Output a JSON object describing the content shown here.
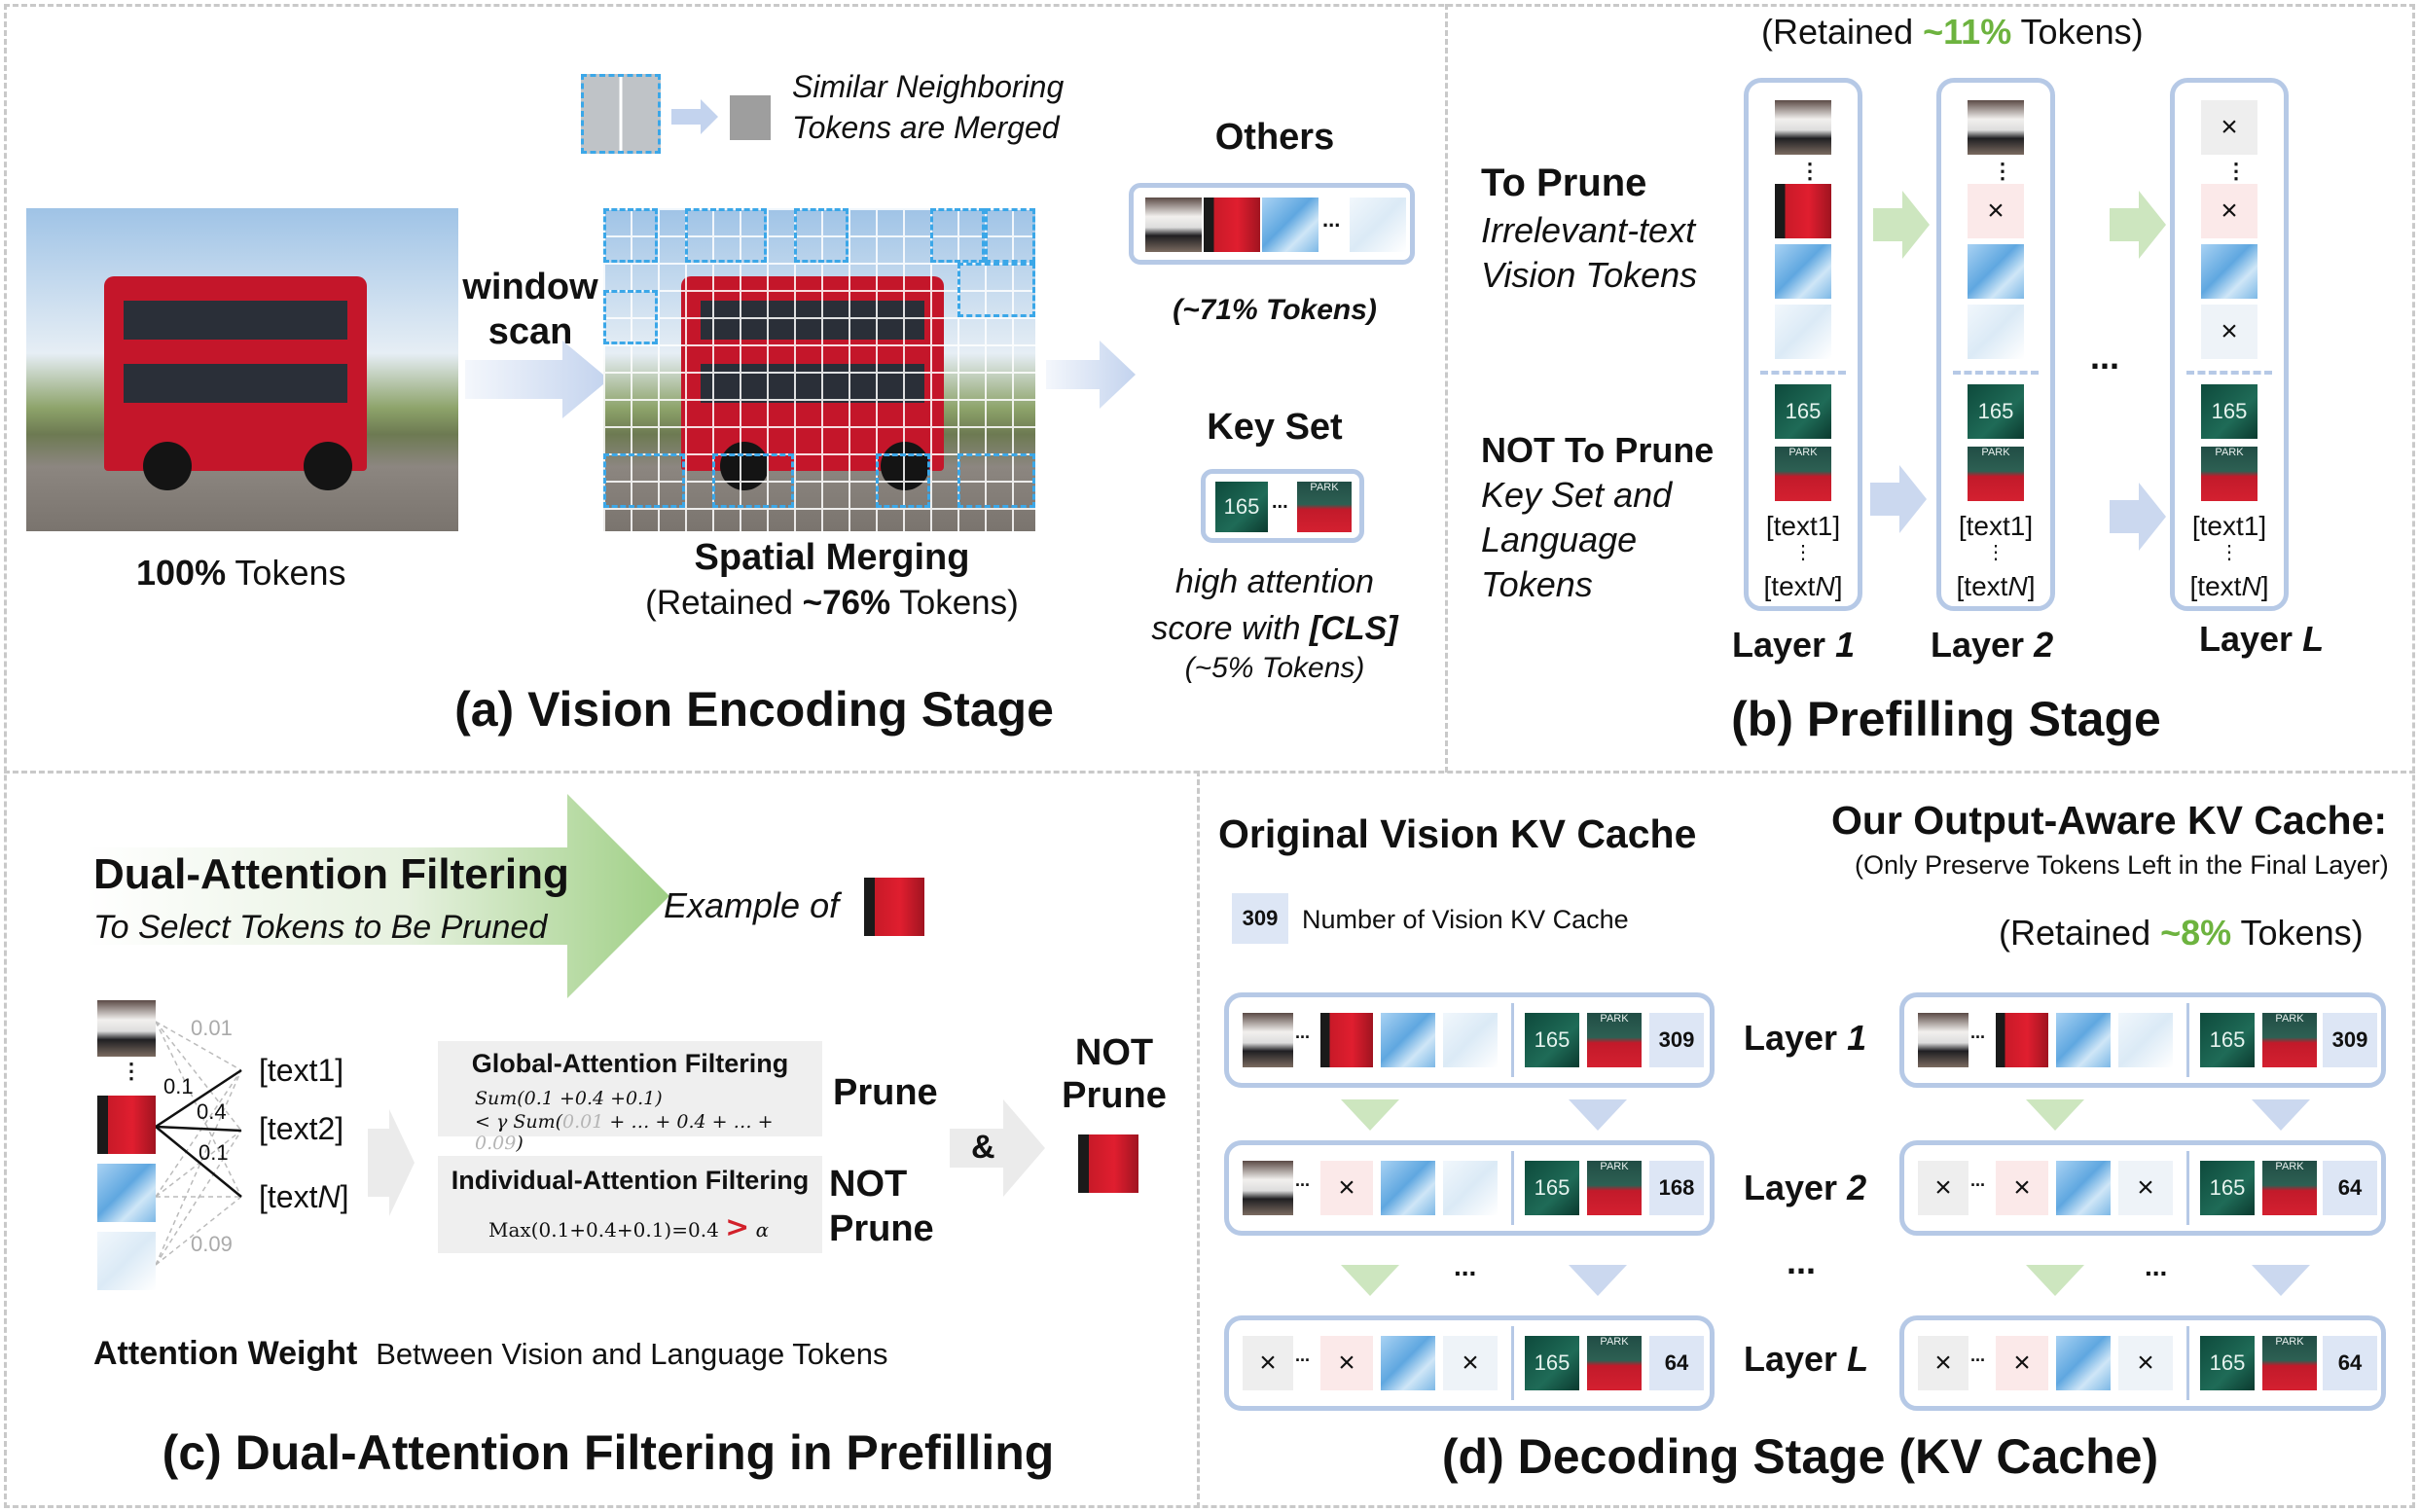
{
  "panel_a": {
    "merge_note_line1": "Similar Neighboring",
    "merge_note_line2": "Tokens are Merged",
    "window_scan_1": "window",
    "window_scan_2": "scan",
    "tokens_100_bold": "100%",
    "tokens_100_rest": " Tokens",
    "spatial_title": "Spatial Merging",
    "spatial_sub_pre": "(Retained ",
    "spatial_sub_bold": "~76%",
    "spatial_sub_post": " Tokens)",
    "others_label": "Others",
    "others_pct": "(~71% Tokens)",
    "keyset_label": "Key Set",
    "keyset_desc_1": "high attention",
    "keyset_desc_2_pre": "score with ",
    "keyset_desc_2_bold": "[CLS]",
    "keyset_pct": "(~5% Tokens)",
    "ellipsis": "...",
    "title": "(a) Vision Encoding Stage"
  },
  "panel_b": {
    "retained_pre": "(Retained ",
    "retained_pct": "~11%",
    "retained_post": " Tokens)",
    "to_prune": "To Prune",
    "to_prune_desc_1": "Irrelevant-text",
    "to_prune_desc_2": "Vision Tokens",
    "not_prune": "NOT To Prune",
    "not_prune_desc_1": "Key Set and",
    "not_prune_desc_2": "Language",
    "not_prune_desc_3": "Tokens",
    "text1": "[text1]",
    "textN_pre": "[text",
    "textN_var": "N",
    "textN_post": "]",
    "layer_prefix": "Layer ",
    "layers": [
      "1",
      "2",
      "L"
    ],
    "ellipsis": "...",
    "title": "(b) Prefilling Stage",
    "x_mark": "×"
  },
  "panel_c": {
    "daf_title": "Dual-Attention Filtering",
    "daf_sub": "To Select Tokens to Be Pruned",
    "example_of": "Example of",
    "weights": [
      "0.01",
      "0.1",
      "0.4",
      "0.1",
      "0.09"
    ],
    "text1": "[text1]",
    "text2": "[text2]",
    "textN_pre": "[text",
    "textN_var": "N",
    "textN_post": "]",
    "global_title": "Global-Attention Filtering",
    "global_f1": "Sum(0.1 +0.4 +0.1)",
    "global_f2_pre": "< γ Sum(",
    "global_f2_grey1": "0.01",
    "global_f2_mid": " + … + 0.4 + … + ",
    "global_f2_grey2": "0.09",
    "global_f2_post": ")",
    "indiv_title": "Individual-Attention Filtering",
    "indiv_formula_pre": "Max(0.1+0.4+0.1)=0.4",
    "indiv_gt": ">",
    "indiv_alpha": "α",
    "prune": "Prune",
    "not_prune_1": "NOT",
    "not_prune_2": "Prune",
    "amp": "&",
    "result_1": "NOT",
    "result_2": "Prune",
    "attn_bold": "Attention Weight",
    "attn_rest": "Between Vision and Language Tokens",
    "title": "(c) Dual-Attention Filtering in Prefilling"
  },
  "panel_d": {
    "orig_title": "Original Vision KV Cache",
    "ours_title": "Our Output-Aware KV Cache:",
    "ours_sub": "(Only Preserve Tokens Left in the Final Layer)",
    "legend_num": "309",
    "legend_text": "Number of Vision KV Cache",
    "retained_pre": "(Retained ",
    "retained_pct": "~8%",
    "retained_post": " Tokens)",
    "layer_prefix": "Layer ",
    "layers": [
      "1",
      "2",
      "L"
    ],
    "orig_counts": [
      "309",
      "168",
      "64"
    ],
    "ours_counts": [
      "309",
      "64",
      "64"
    ],
    "ellipsis": "...",
    "x_mark": "×",
    "title": "(d) Decoding Stage (KV Cache)"
  },
  "sign_text": "165",
  "park_text": "PARK"
}
